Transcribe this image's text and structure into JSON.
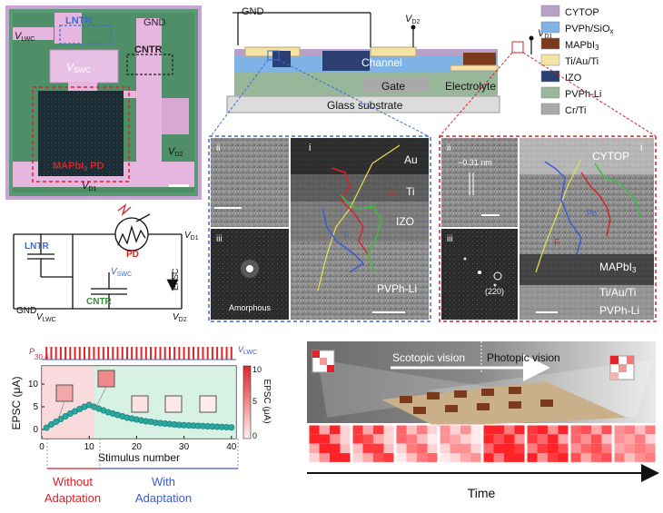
{
  "micrograph": {
    "lntr": "LNTR",
    "gnd": "GND",
    "vlwc": "V",
    "vlwc_sub": "LWC",
    "vswc": "V",
    "vswc_sub": "SWC",
    "cntr": "CNTR",
    "pd": "MAPbI",
    "pd_sub": "3",
    "pd_tail": " PD",
    "vd2": "V",
    "vd2_sub": "D2",
    "vd1": "V",
    "vd1_sub": "D1"
  },
  "circuit": {
    "lntr": "LNTR",
    "pd": "PD",
    "vd1": "V",
    "vd1_sub": "D1",
    "vswc": "V",
    "vswc_sub": "SWC",
    "epsc": "EPSC",
    "gnd": "GND",
    "vlwc": "V",
    "vlwc_sub": "LWC",
    "cntr": "CNTR",
    "vd2": "V",
    "vd2_sub": "D2"
  },
  "cross_section": {
    "gnd": "GND",
    "vd2": "V",
    "vd2_sub": "D2",
    "vd1": "V",
    "vd1_sub": "D1",
    "channel": "Channel",
    "gate": "Gate",
    "electrolyte": "Electrolyte",
    "substrate": "Glass substrate"
  },
  "legend": [
    {
      "label": "CYTOP",
      "sub": "",
      "color": "#b9a0c8"
    },
    {
      "label": "PVPh/SiO",
      "sub": "x",
      "color": "#7fb3e6"
    },
    {
      "label": "MAPbI",
      "sub": "3",
      "color": "#7b3a1e"
    },
    {
      "label": "Ti/Au/Ti",
      "sub": "",
      "color": "#f5e3a6"
    },
    {
      "label": "IZO",
      "sub": "",
      "color": "#2b3f73"
    },
    {
      "label": "PVPh-Li",
      "sub": "",
      "color": "#98b79a"
    },
    {
      "label": "Cr/Ti",
      "sub": "",
      "color": "#a9a9a9"
    }
  ],
  "tem_left": {
    "ii": "ii",
    "iii": "iii",
    "i": "i",
    "amorphous": "Amorphous",
    "au": "Au",
    "ti": "Ti",
    "izo": "IZO",
    "pvph": "PVPh-Li",
    "o": "O",
    "i_el": "In",
    "ti_el": "Ti"
  },
  "tem_right": {
    "ii": "ii",
    "iii": "iii",
    "i": "i",
    "spacing": "~0.31 nm",
    "plane": "(220)",
    "cytop": "CYTOP",
    "mapbi": "MAPbI",
    "mapbi_sub": "3",
    "tiauti": "Ti/Au/Ti",
    "pvph": "PVPh-Li",
    "f": "F",
    "pb": "Pb",
    "i_el": "I"
  },
  "chart_data": {
    "type": "scatter",
    "x": [
      1,
      2,
      3,
      4,
      5,
      6,
      7,
      8,
      9,
      10,
      11,
      12,
      13,
      14,
      15,
      16,
      17,
      18,
      19,
      20,
      21,
      22,
      23,
      24,
      25,
      26,
      27,
      28,
      29,
      30,
      31,
      32,
      33,
      34,
      35,
      36,
      37,
      38,
      39,
      40
    ],
    "y": [
      0.4,
      1.1,
      1.7,
      2.3,
      2.9,
      3.5,
      4.0,
      4.5,
      5.0,
      5.4,
      5.0,
      4.6,
      4.2,
      3.8,
      3.5,
      3.2,
      2.9,
      2.6,
      2.4,
      2.2,
      2.0,
      1.8,
      1.7,
      1.5,
      1.4,
      1.3,
      1.2,
      1.1,
      1.0,
      0.95,
      0.9,
      0.85,
      0.8,
      0.75,
      0.7,
      0.65,
      0.6,
      0.55,
      0.5,
      0.45
    ],
    "xlabel": "Stimulus number",
    "ylabel": "EPSC (μA)",
    "xticks": [
      "0",
      "10",
      "20",
      "30",
      "40"
    ],
    "yticks": [
      "0",
      "5",
      "10"
    ],
    "xlim": [
      0,
      41
    ],
    "ylim": [
      -2,
      14
    ],
    "colorbar_label": "EPSC (μA)",
    "colorbar_ticks": [
      "10",
      "5",
      "0"
    ],
    "top_left_label": "P",
    "top_left_value": "30.4",
    "top_right_label": "V",
    "top_right_sub": "LWC",
    "region_without": "Without",
    "region_without2": "Adaptation",
    "region_with": "With",
    "region_with2": "Adaptation"
  },
  "vision": {
    "scotopic": "Scotopic vision",
    "photopic": "Photopic vision",
    "time": "Time"
  }
}
